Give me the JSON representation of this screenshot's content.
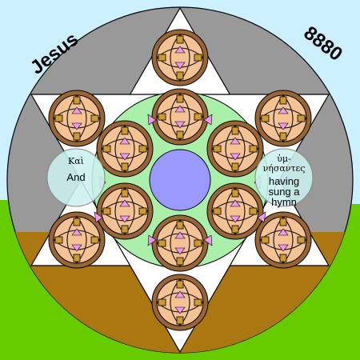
{
  "labels": {
    "top_left": "Jesus",
    "top_right": "8880"
  },
  "left_circle": {
    "greek": "Καὶ",
    "english": "And"
  },
  "right_circle": {
    "greek_line1": "ὑμ-",
    "greek_line2": "νήσαντες",
    "english_line1": "having",
    "english_line2": "sung a",
    "english_line3": "hymn"
  },
  "colors": {
    "sky": "#ccf0ff",
    "grass": "#66cc00",
    "outer_ring": "#999999",
    "lower_band": "#aa7711",
    "star": "#ffffff",
    "inner_ring": "#aaf0aa",
    "center": "#9999ff",
    "medallion_rim": "#996633",
    "medallion_fill": "#f5c293",
    "petal": "#ee99ee",
    "word_circle": "#ccf0f0"
  }
}
